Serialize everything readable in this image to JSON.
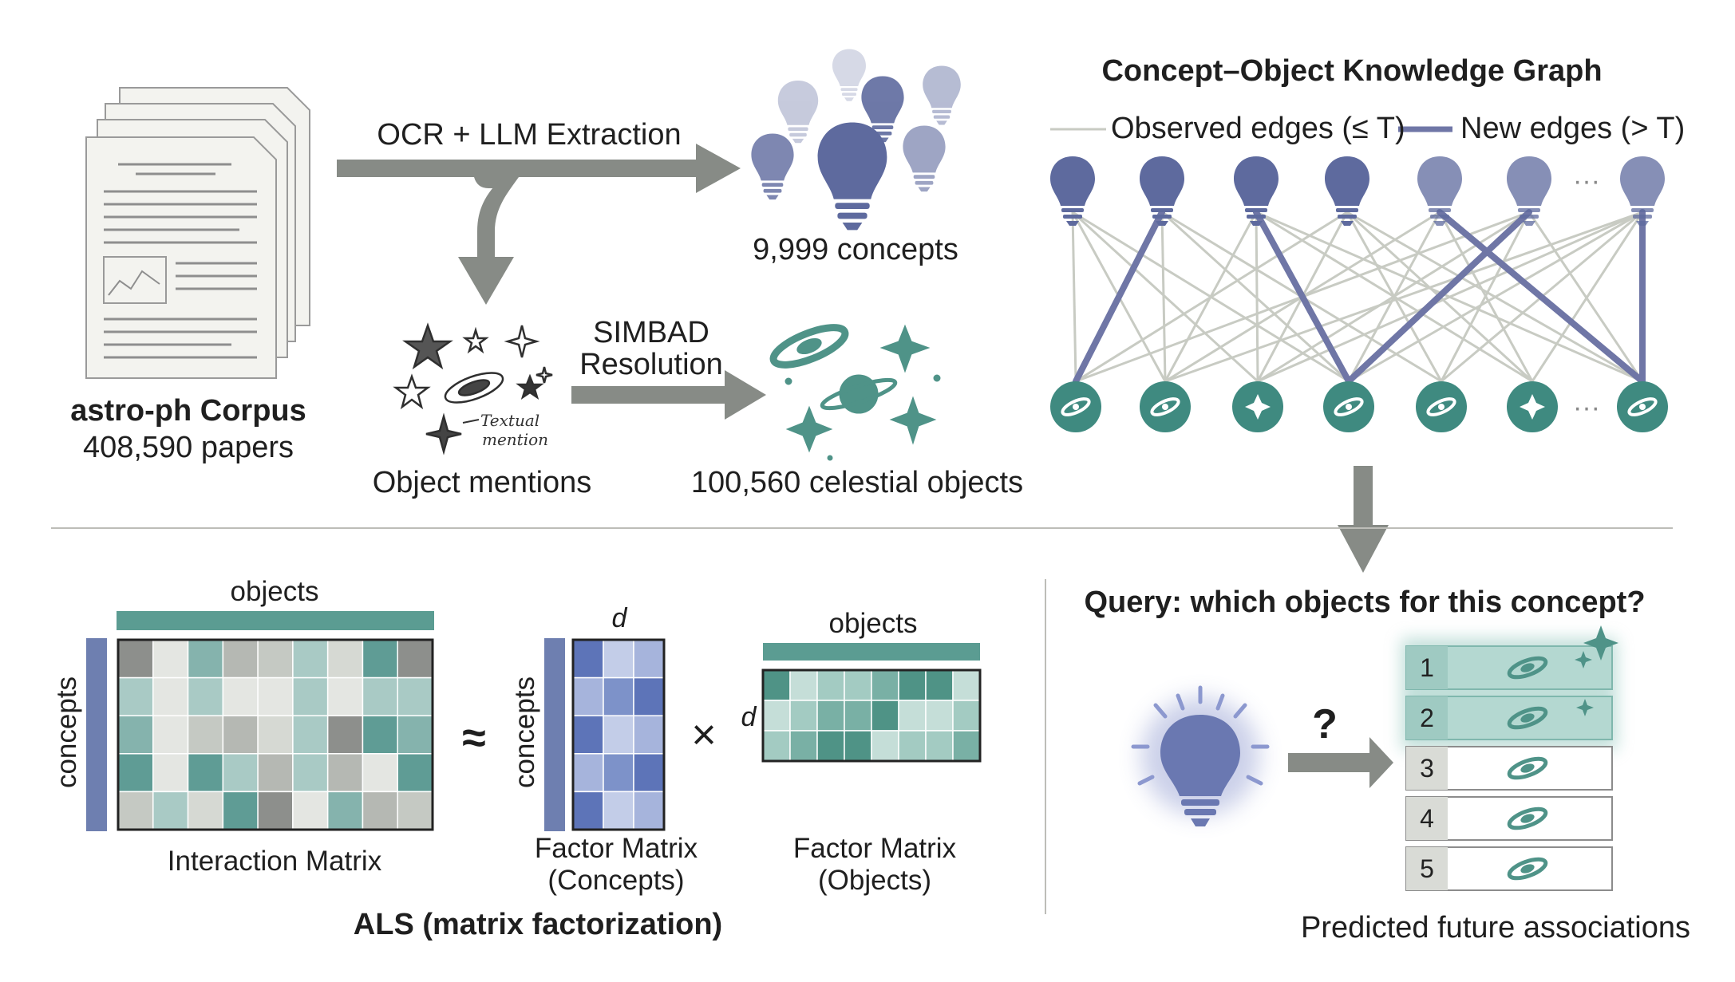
{
  "corpus": {
    "title": "astro-ph Corpus",
    "count": "408,590 papers"
  },
  "extraction": {
    "label": "OCR + LLM Extraction"
  },
  "concepts": {
    "label": "9,999 concepts"
  },
  "mentions": {
    "label": "Object mentions",
    "note_line1": "Textual",
    "note_line2": "mention"
  },
  "simbad": {
    "line1": "SIMBAD",
    "line2": "Resolution"
  },
  "objects_top": {
    "label": "100,560 celestial objects"
  },
  "graph": {
    "title": "Concept–Object Knowledge Graph",
    "legend_observed": "Observed edges (≤ T)",
    "legend_new": "New edges (> T)",
    "ellipsis": "···",
    "observed_edges": [
      [
        0,
        0
      ],
      [
        0,
        1
      ],
      [
        0,
        2
      ],
      [
        1,
        0
      ],
      [
        1,
        3
      ],
      [
        1,
        4
      ],
      [
        2,
        1
      ],
      [
        2,
        5
      ],
      [
        2,
        2
      ],
      [
        3,
        0
      ],
      [
        3,
        2
      ],
      [
        3,
        6
      ],
      [
        3,
        4
      ],
      [
        4,
        1
      ],
      [
        4,
        3
      ],
      [
        4,
        6
      ],
      [
        4,
        5
      ],
      [
        5,
        4
      ],
      [
        5,
        2
      ],
      [
        5,
        0
      ],
      [
        6,
        5
      ],
      [
        6,
        3
      ],
      [
        6,
        1
      ],
      [
        7,
        4
      ],
      [
        7,
        2
      ],
      [
        1,
        1
      ],
      [
        6,
        6
      ],
      [
        2,
        6
      ],
      [
        5,
        6
      ],
      [
        0,
        3
      ],
      [
        7,
        7
      ],
      [
        3,
        5
      ]
    ],
    "new_edges": [
      [
        1,
        0
      ],
      [
        2,
        3
      ],
      [
        4,
        7
      ],
      [
        5,
        3
      ],
      [
        7,
        7
      ]
    ]
  },
  "query": {
    "title": "Query: which objects for this concept?",
    "question": "?"
  },
  "ranking": {
    "items": [
      "1",
      "2",
      "3",
      "4",
      "5"
    ],
    "caption": "Predicted future associations"
  },
  "als": {
    "caption": "ALS (matrix factorization)",
    "objects_label": "objects",
    "concepts_label": "concepts",
    "approx": "≈",
    "times": "×",
    "d": "d",
    "interaction_caption": "Interaction Matrix",
    "factor_concepts_line1": "Factor Matrix",
    "factor_concepts_line2": "(Concepts)",
    "factor_objects_line1": "Factor Matrix",
    "factor_objects_line2": "(Objects)"
  },
  "colors": {
    "concept": "#5e6a9e",
    "object": "#3f8a80",
    "arrow": "#878b86",
    "teal": "#5b9c92",
    "blue_bar": "#6e7fb0",
    "observed_edge": "#c8cbc3",
    "new_edge": "#6f76a6"
  },
  "icons": [
    "document-stack-icon",
    "lightbulb-icon",
    "star-icon",
    "galaxy-icon",
    "saturn-planet-icon",
    "sparkle-icon"
  ]
}
